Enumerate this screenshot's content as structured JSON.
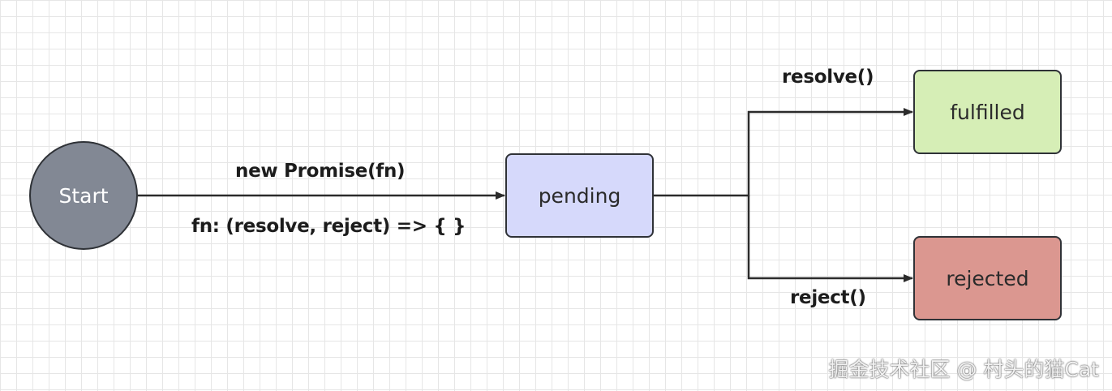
{
  "diagram": {
    "nodes": {
      "start": "Start",
      "pending": "pending",
      "fulfilled": "fulfilled",
      "rejected": "rejected"
    },
    "edge_labels": {
      "new_promise": "new Promise(fn)",
      "fn_signature": "fn: (resolve, reject) => { }",
      "resolve": "resolve()",
      "reject": "reject()"
    }
  },
  "watermark": "掘金技术社区 @ 村头的猫Cat",
  "colors": {
    "start_fill": "#828894",
    "pending_fill": "#d6d9fb",
    "fulfilled_fill": "#d6eeb6",
    "rejected_fill": "#db9790",
    "stroke": "#2f3237",
    "grid": "#e6e6e6"
  }
}
